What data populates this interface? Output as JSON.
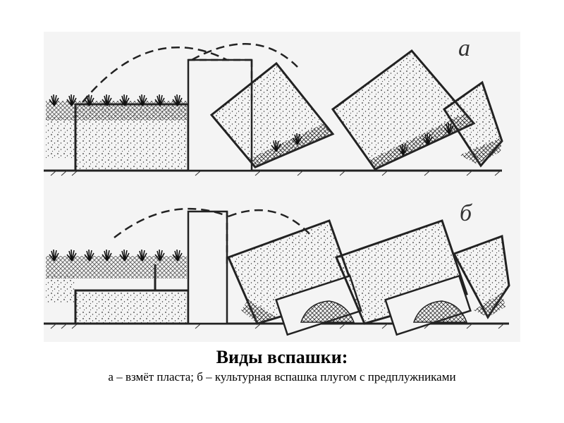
{
  "figure": {
    "panel_a_label": "а",
    "panel_b_label": "б"
  },
  "caption": {
    "title": "Виды вспашки:",
    "subtitle": "а – взмёт пласта; б – культурная вспашка плугом с предплужниками"
  },
  "colors": {
    "background": "#ffffff",
    "figure_bg": "#f4f4f4",
    "ink": "#2a2a2a"
  }
}
